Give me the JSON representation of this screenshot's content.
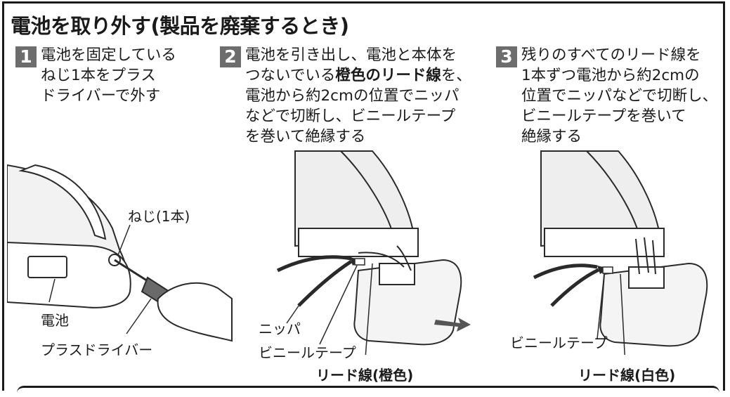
{
  "title": "電池を取り外す(製品を廃棄するとき)",
  "steps": [
    {
      "num": "1",
      "text": "電池を固定している\nねじ1本をプラス\nドライバーで外す"
    },
    {
      "num": "2",
      "text_before": "電池を引き出し、電池と本体を\nつないでいる",
      "text_bold": "橙色のリード線",
      "text_after": "を、\n電池から約2cmの位置でニッパ\nなどで切断し、ビニールテープ\nを巻いて絶縁する"
    },
    {
      "num": "3",
      "text": "残りのすべてのリード線を\n1本ずつ電池から約2cmの\n位置でニッパなどで切断し、\nビニールテープを巻いて\n絶縁する"
    }
  ],
  "labels": {
    "screw": "ねじ(1本)",
    "battery": "電池",
    "screwdriver": "プラスドライバー",
    "nippers": "ニッパ",
    "vinyl_tape_2": "ビニールテープ",
    "lead_orange": "リード線(橙色)",
    "vinyl_tape_3": "ビニールテープ",
    "lead_white": "リード線(白色)"
  },
  "colors": {
    "badge": "#6d6d6d",
    "device_shade": "#e8e8e8",
    "line": "#2a2a2a"
  },
  "icons": [
    "device-illustration",
    "screwdriver-icon",
    "nippers-icon",
    "battery-pack-icon",
    "pull-arrow-icon"
  ]
}
